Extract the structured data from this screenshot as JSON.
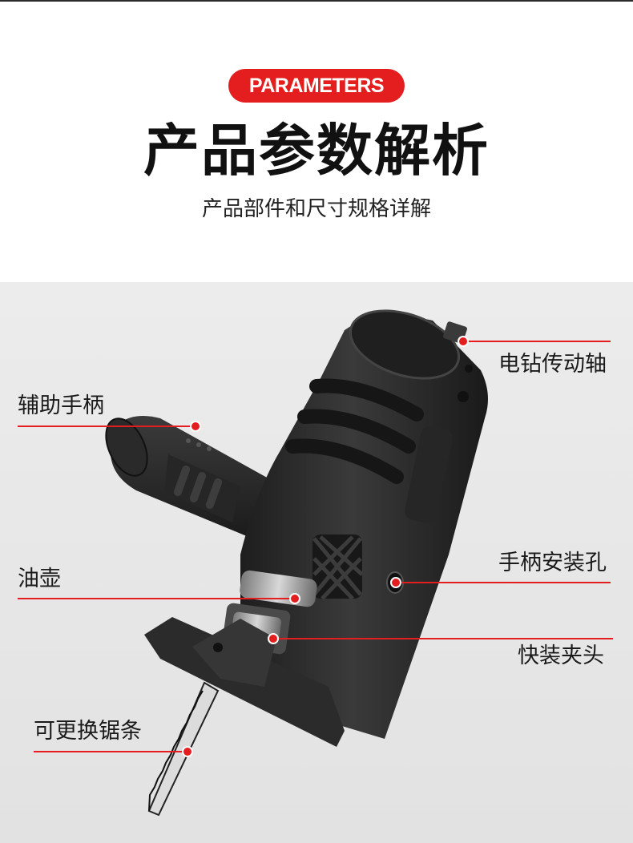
{
  "header": {
    "badge": "PARAMETERS",
    "title": "产品参数解析",
    "subtitle": "产品部件和尺寸规格详解"
  },
  "callouts": {
    "drill_shaft": "电钻传动轴",
    "aux_handle": "辅助手柄",
    "handle_hole": "手柄安装孔",
    "oiler": "油壶",
    "quick_chuck": "快装夹头",
    "blade": "可更换锯条"
  },
  "colors": {
    "accent": "#e41e1e",
    "stage_bg": "#e8e8e8",
    "product_body": "#2c2c2c"
  }
}
